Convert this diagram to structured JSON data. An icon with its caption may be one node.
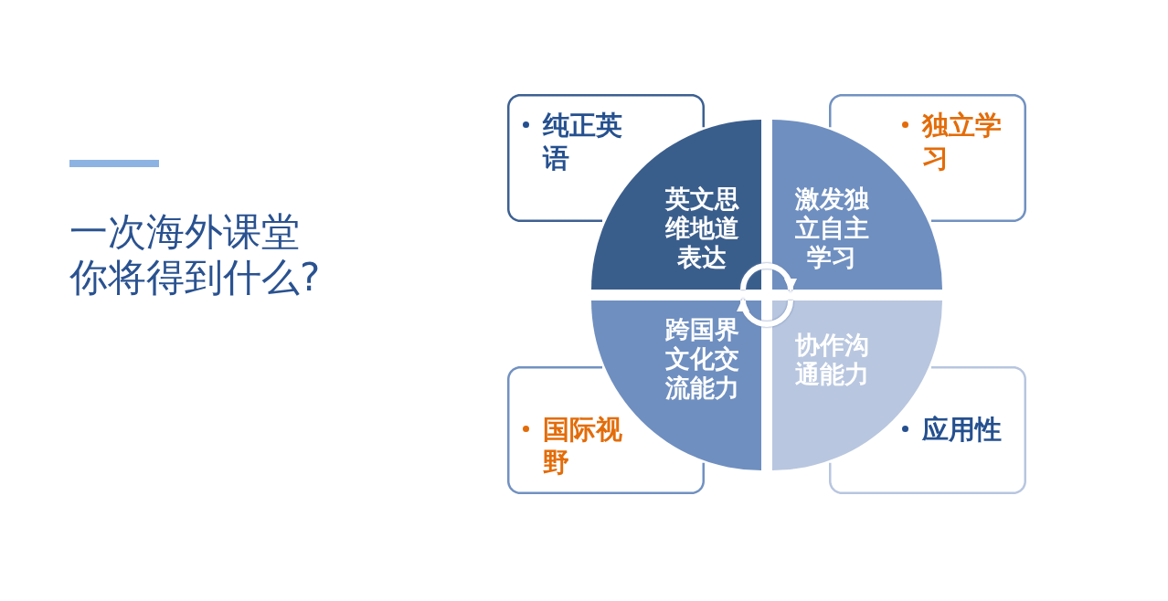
{
  "diagram": {
    "title": "一次海外课堂你将得到什么?",
    "nodes": [
      {
        "text": [
          "纯正英语"
        ]
      },
      {
        "text": [
          "独立学习"
        ]
      },
      {
        "text": [
          "英文思维地道表达"
        ]
      },
      {
        "text": [
          "激发独立自主学习"
        ]
      },
      {
        "text": [
          "跨国界文化交流能力"
        ]
      },
      {
        "text": [
          "协作沟通能力"
        ]
      },
      {
        "text": [
          "国际视野"
        ]
      },
      {
        "text": [
          "应用性"
        ]
      }
    ],
    "edges": [
      {
        "from": 2,
        "to": 3,
        "arrow": "to"
      },
      {
        "from": 5,
        "to": 4,
        "arrow": "to"
      }
    ]
  }
}
